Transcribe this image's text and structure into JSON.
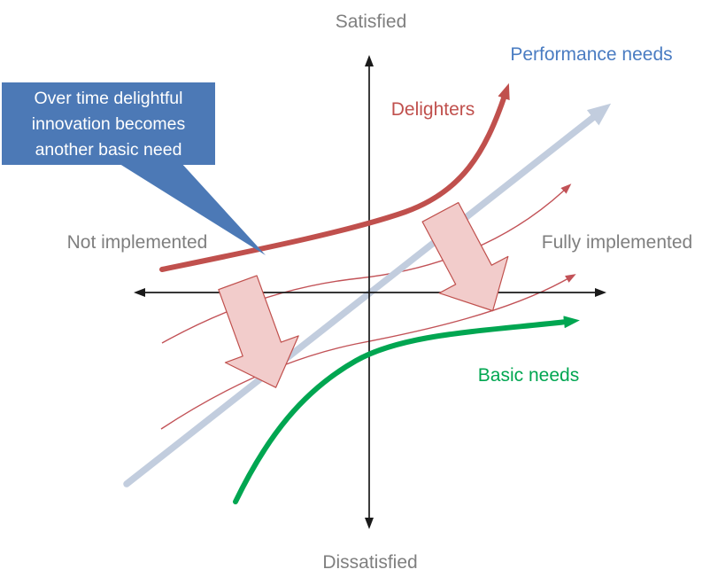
{
  "diagram_labels": {
    "satisfied": "Satisfied",
    "dissatisfied": "Dissatisfied",
    "not_implemented": "Not implemented",
    "fully_implemented": "Fully implemented"
  },
  "curves": {
    "performance": {
      "label": "Performance needs",
      "color": "#4a7cc2",
      "line_color": "#c2cdde",
      "shape": "straight diagonal arrow rising left-to-right through origin"
    },
    "delighters": {
      "label": "Delighters",
      "color": "#c0504d",
      "shape": "convex curve, flat at left, rising steeply to arrow at top right"
    },
    "basic": {
      "label": "Basic needs",
      "color": "#00a651",
      "shape": "concave curve, steep at bottom left, flattening to arrow at right"
    },
    "drift_curves": {
      "color": "#c25257",
      "count": 2,
      "meaning": "thin intermediate curves showing delighters drifting down toward basic needs"
    }
  },
  "callout": {
    "lines": [
      "Over time delightful",
      "innovation becomes",
      "another basic need"
    ],
    "bg_color": "#4c79b6",
    "text_color": "#ffffff"
  },
  "trend_arrows": {
    "fill": "#f2cccb",
    "stroke": "#c0504d",
    "direction": "down-right",
    "count": 2
  },
  "axis": {
    "color": "#1a1a1a",
    "label_color": "#7f7f7f"
  }
}
